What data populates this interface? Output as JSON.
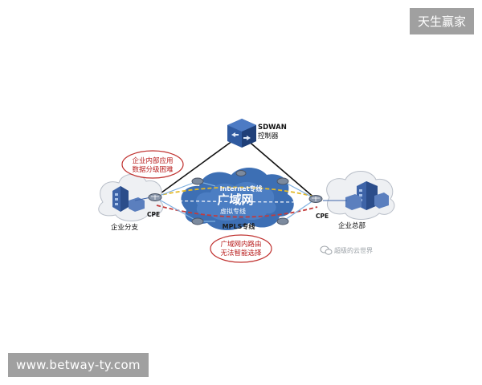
{
  "watermarks": {
    "top_right": "天生赢家",
    "bottom_left": "www.betway-ty.com"
  },
  "diagram": {
    "controller": {
      "name": "SDWAN",
      "label": "控制器"
    },
    "wan": {
      "title": "广域网",
      "internet_line": "Internet专线",
      "virtual_line": "虚拟专线",
      "mpls_line": "MPLS专线"
    },
    "branch": {
      "cpe": "CPE",
      "label": "企业分支"
    },
    "hq": {
      "cpe": "CPE",
      "label": "企业总部"
    },
    "callouts": {
      "top": [
        "企业内部应用",
        "数据分级困难"
      ],
      "bottom": [
        "广域网内路由",
        "无法智能选择"
      ]
    },
    "source_credit": "超级的云世界"
  },
  "colors": {
    "wan_cloud": "#3d6fb4",
    "internet_line": "#e3b928",
    "mpls_line": "#c33b3b",
    "callout_border": "#c0312f",
    "callout_text": "#b81c1c"
  }
}
